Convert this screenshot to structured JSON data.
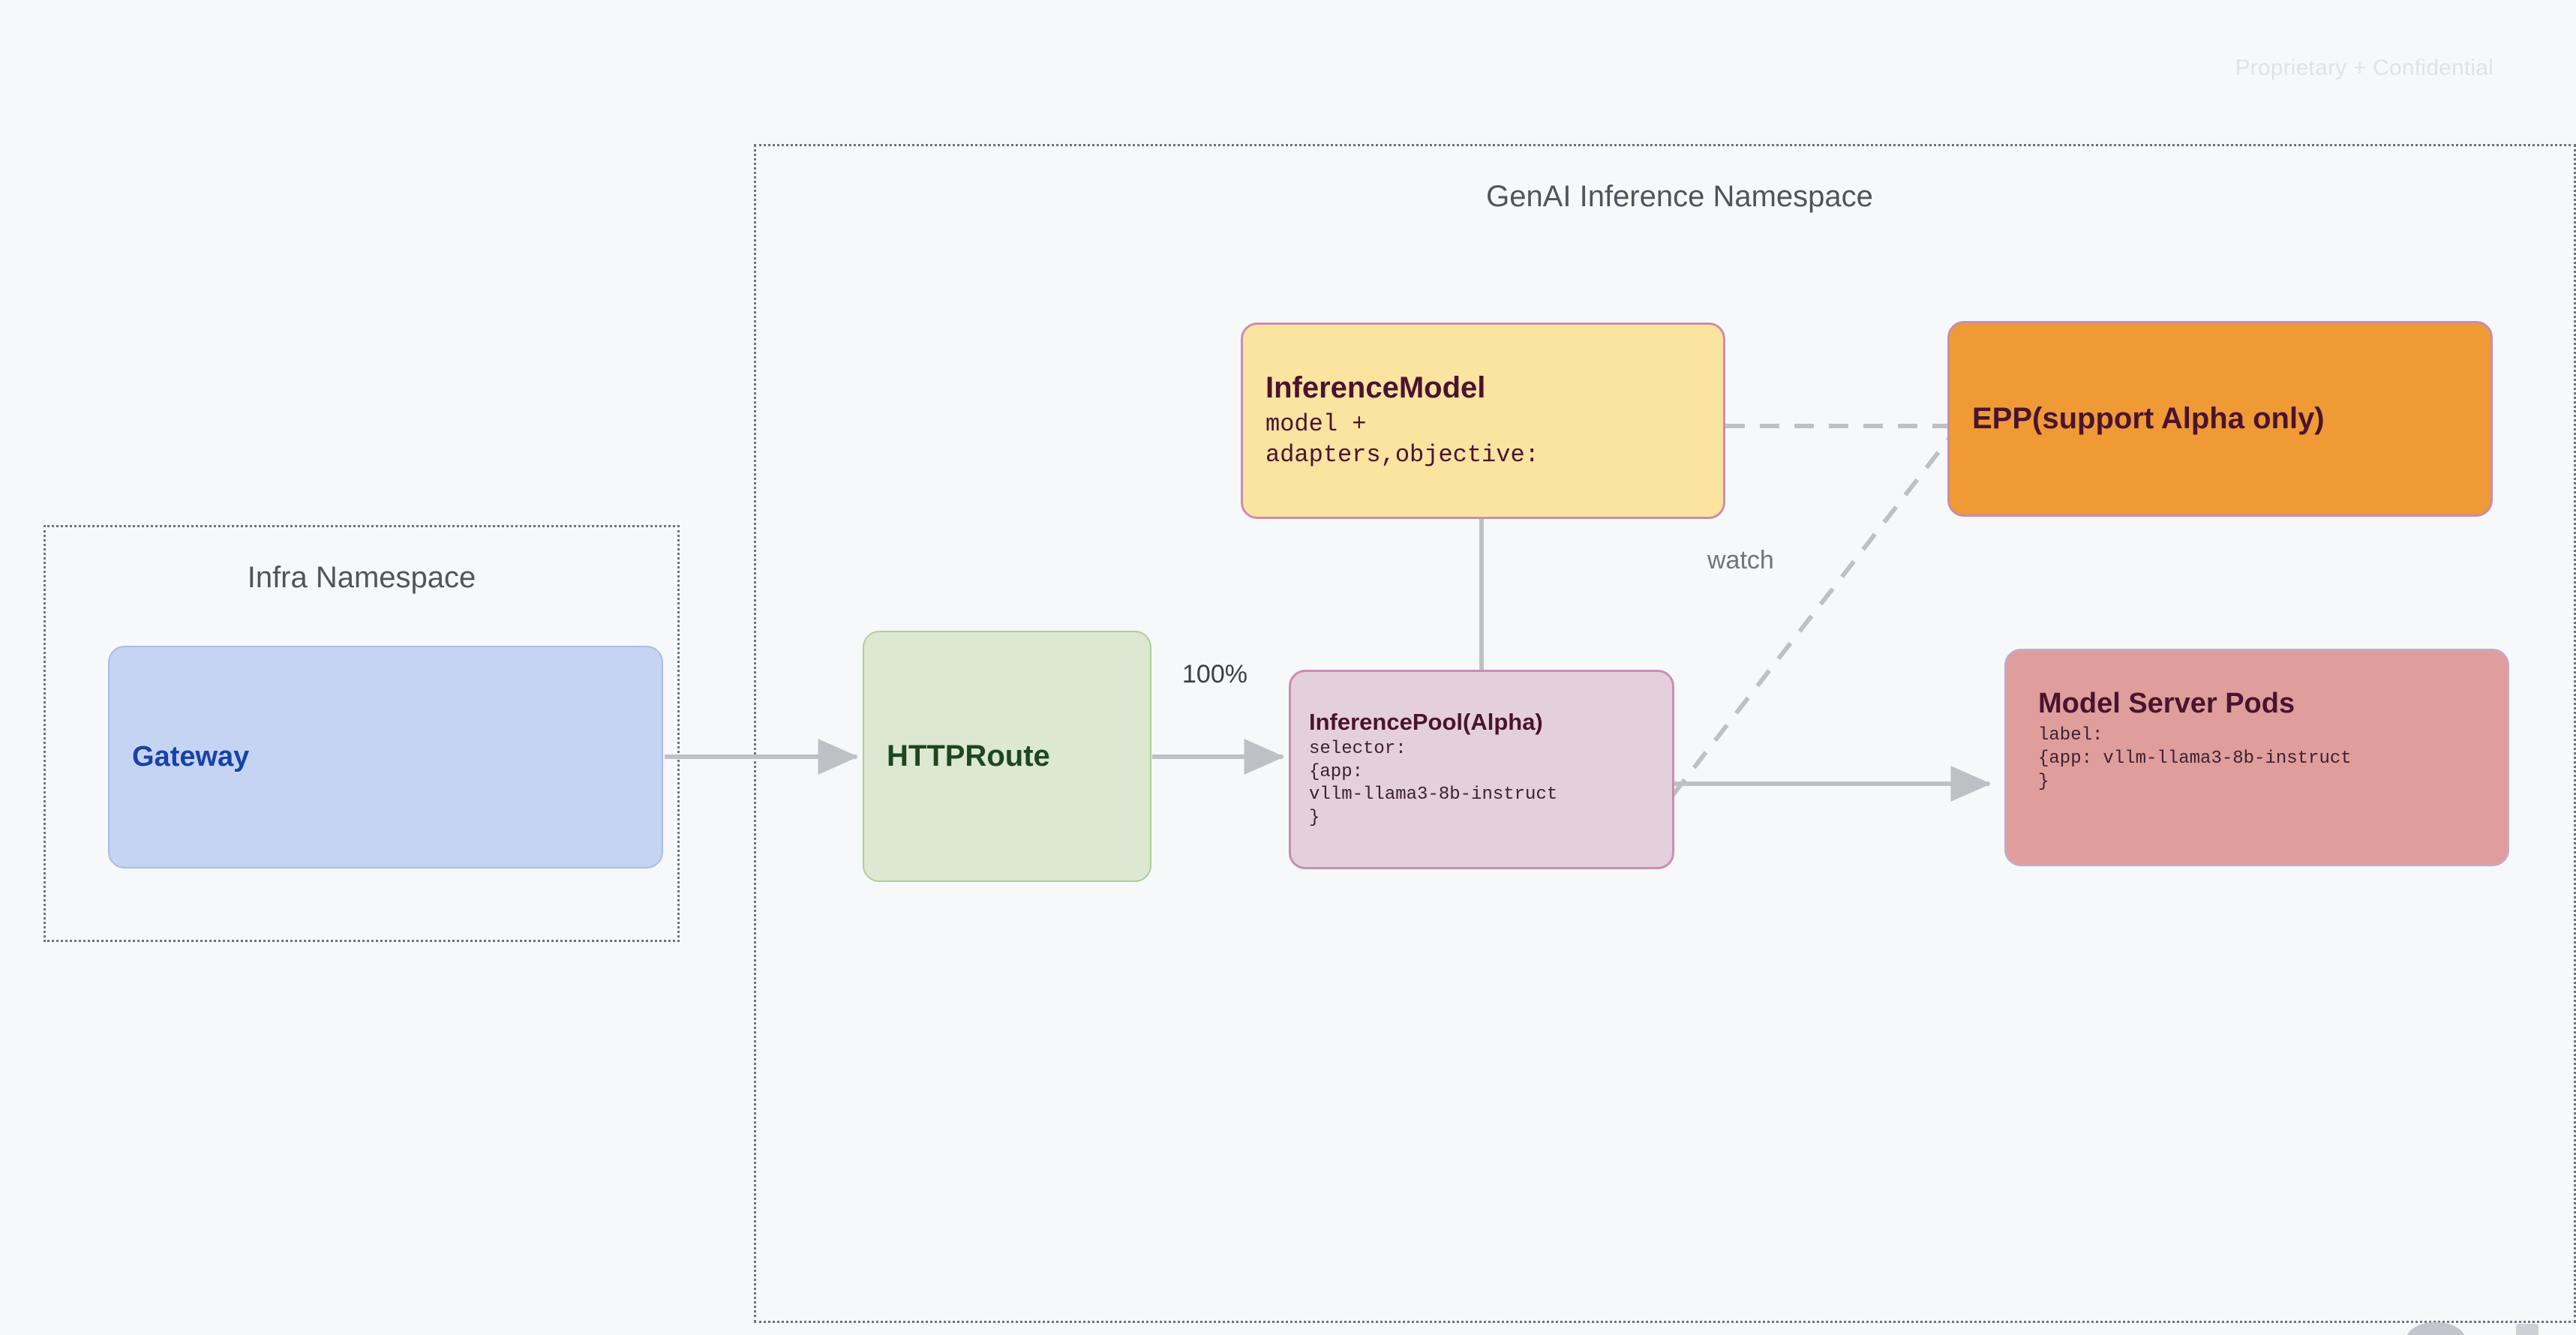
{
  "page": {
    "watermark": "Proprietary + Confidential",
    "background_color": "#F7F8FA"
  },
  "namespaces": [
    {
      "id": "infra",
      "title": "Infra Namespace",
      "border_style": "dotted",
      "border_color": "#6E7378"
    },
    {
      "id": "genai",
      "title": "GenAI Inference Namespace",
      "border_style": "dotted",
      "border_color": "#6E7378"
    }
  ],
  "nodes": {
    "gateway": {
      "title": "Gateway",
      "fill": "#C6D4F4",
      "stroke": "#A9BCE8",
      "text_color": "#1742A8"
    },
    "httproute": {
      "title": "HTTPRoute",
      "fill": "#DCE8D2",
      "stroke": "#AECF98",
      "text_color": "#1E4620"
    },
    "inferencemodel": {
      "title": "InferenceModel",
      "body": "model +\nadapters,objective:",
      "fill": "#FBE3A0",
      "stroke": "#C98EAF",
      "text_color": "#4A132F"
    },
    "inferencepool": {
      "title": "InferencePool(Alpha)",
      "body": "selector:\n{app:\nvllm-llama3-8b-instruct\n}",
      "fill": "#E4D0DC",
      "stroke": "#C98EAF",
      "text_color": "#4A132F"
    },
    "epp": {
      "title": "EPP(support Alpha only)",
      "fill": "#EF9A35",
      "stroke": "#C98EAF",
      "text_color": "#4A132F"
    },
    "modelserverpods": {
      "title": "Model Server Pods",
      "body": "label:\n{app: vllm-llama3-8b-instruct\n}",
      "fill": "#DF9E9C",
      "stroke": "#C9A7C4",
      "text_color": "#4A132F"
    }
  },
  "edges": [
    {
      "id": "gateway-to-httproute",
      "from": "gateway",
      "to": "httproute",
      "label": "",
      "style": "solid",
      "arrow": true,
      "color": "#BDC1C6"
    },
    {
      "id": "httproute-to-inferencepool",
      "from": "httproute",
      "to": "inferencepool",
      "label": "100%",
      "style": "solid",
      "arrow": true,
      "color": "#BDC1C6"
    },
    {
      "id": "inferencemodel-to-inferencepool",
      "from": "inferencemodel",
      "to": "inferencepool",
      "label": "",
      "style": "solid",
      "arrow": false,
      "color": "#BDC1C6"
    },
    {
      "id": "inferencepool-to-modelserverpods",
      "from": "inferencepool",
      "to": "modelserverpods",
      "label": "",
      "style": "solid",
      "arrow": true,
      "color": "#BDC1C6"
    },
    {
      "id": "inferencemodel-to-epp",
      "from": "inferencemodel",
      "to": "epp",
      "label": "",
      "style": "dashed",
      "arrow": false,
      "color": "#BDC1C6"
    },
    {
      "id": "inferencepool-to-epp",
      "from": "inferencepool",
      "to": "epp",
      "label": "watch",
      "style": "dashed",
      "arrow": false,
      "color": "#BDC1C6"
    }
  ],
  "edge_labels": {
    "traffic_split": "100%",
    "watch": "watch"
  }
}
